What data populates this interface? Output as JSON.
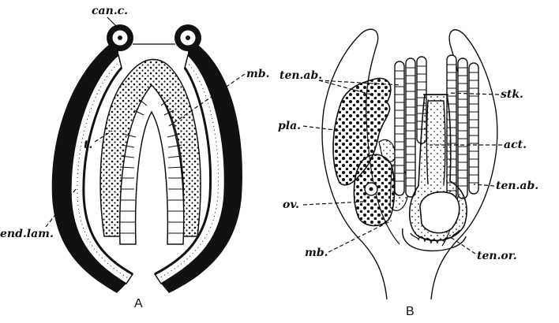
{
  "figure_a": {
    "caption": "A",
    "labels": {
      "can_c": "can.c.",
      "mb": "mb.",
      "t": "t.",
      "end_lam": "end.lam."
    }
  },
  "figure_b": {
    "caption": "B",
    "labels": {
      "ten_ab_top": "ten.ab.",
      "stk": "stk.",
      "pla": "pla.",
      "act": "act.",
      "ten_ab_right": "ten.ab.",
      "ov": "ov.",
      "mb": "mb.",
      "ten_or": "ten.or."
    }
  },
  "colors": {
    "ink": "#111111",
    "paper": "#ffffff"
  }
}
